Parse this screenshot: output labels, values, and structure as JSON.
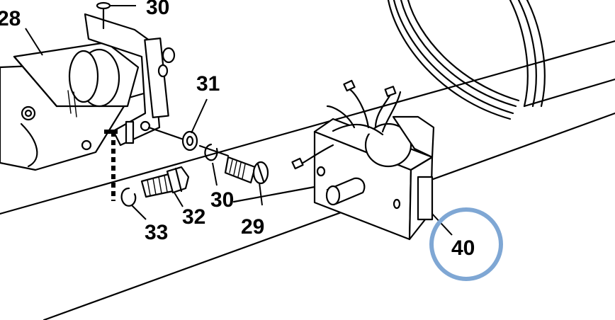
{
  "callouts": {
    "c28": "28",
    "c30_top": "30",
    "c31": "31",
    "c30_mid": "30",
    "c29": "29",
    "c32": "32",
    "c33": "33",
    "c40": "40"
  },
  "highlight": {
    "callout": "40",
    "color": "#7fa7d4"
  },
  "colors": {
    "ink": "#000000",
    "paper": "#ffffff"
  }
}
